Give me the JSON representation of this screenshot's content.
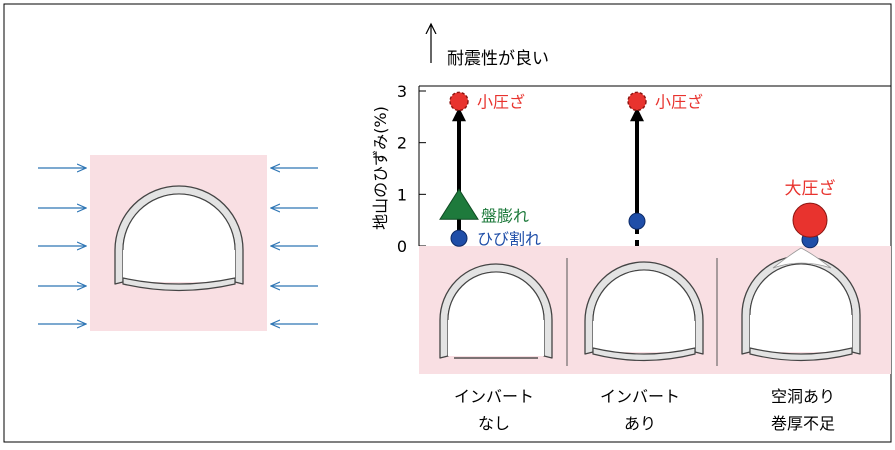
{
  "chart_data": {
    "type": "scatter",
    "ylabel": "地山のひずみ(%)",
    "ylim": [
      0,
      3
    ],
    "yticks": [
      "0",
      "1",
      "2",
      "3"
    ],
    "arrow_note": "耐震性が良い",
    "categories": [
      {
        "line1": "インバート",
        "line2": "なし"
      },
      {
        "line1": "インバート",
        "line2": "あり"
      },
      {
        "line1": "空洞あり",
        "line2": "巻厚不足"
      }
    ],
    "points": [
      {
        "category": 0,
        "y": 0.15,
        "marker": "circle",
        "label": "ひび割れ",
        "color": "#1f4ea8"
      },
      {
        "category": 0,
        "y": 0.75,
        "marker": "triangle",
        "label": "盤膨れ",
        "color": "#1e7a3c"
      },
      {
        "category": 0,
        "y": 2.8,
        "marker": "circle-dashed",
        "label": "小圧ざ",
        "color": "#e8332e"
      },
      {
        "category": 1,
        "y": 0.48,
        "marker": "circle",
        "label": "",
        "color": "#1f4ea8"
      },
      {
        "category": 1,
        "y": 2.8,
        "marker": "circle-dashed",
        "label": "小圧ざ",
        "color": "#e8332e"
      },
      {
        "category": 2,
        "y": 0.12,
        "marker": "circle",
        "label": "",
        "color": "#1f4ea8"
      },
      {
        "category": 2,
        "y": 0.5,
        "marker": "circle-big",
        "label": "大圧ざ",
        "color": "#e8332e"
      }
    ],
    "progressions": [
      {
        "category": 0,
        "from": 0.15,
        "to": 2.55,
        "style": "solid"
      },
      {
        "category": 1,
        "from": 0.0,
        "to": 2.55,
        "style": "dashed-start"
      }
    ]
  },
  "colors": {
    "pink": "#f9dfe3",
    "arrow_blue": "#2f76b5",
    "lining_fill": "#e3e3e3",
    "lining_stroke": "#444444"
  },
  "icons": {
    "load_arrow": "blue-arrow-icon",
    "tunnel": "tunnel-lining-icon"
  }
}
